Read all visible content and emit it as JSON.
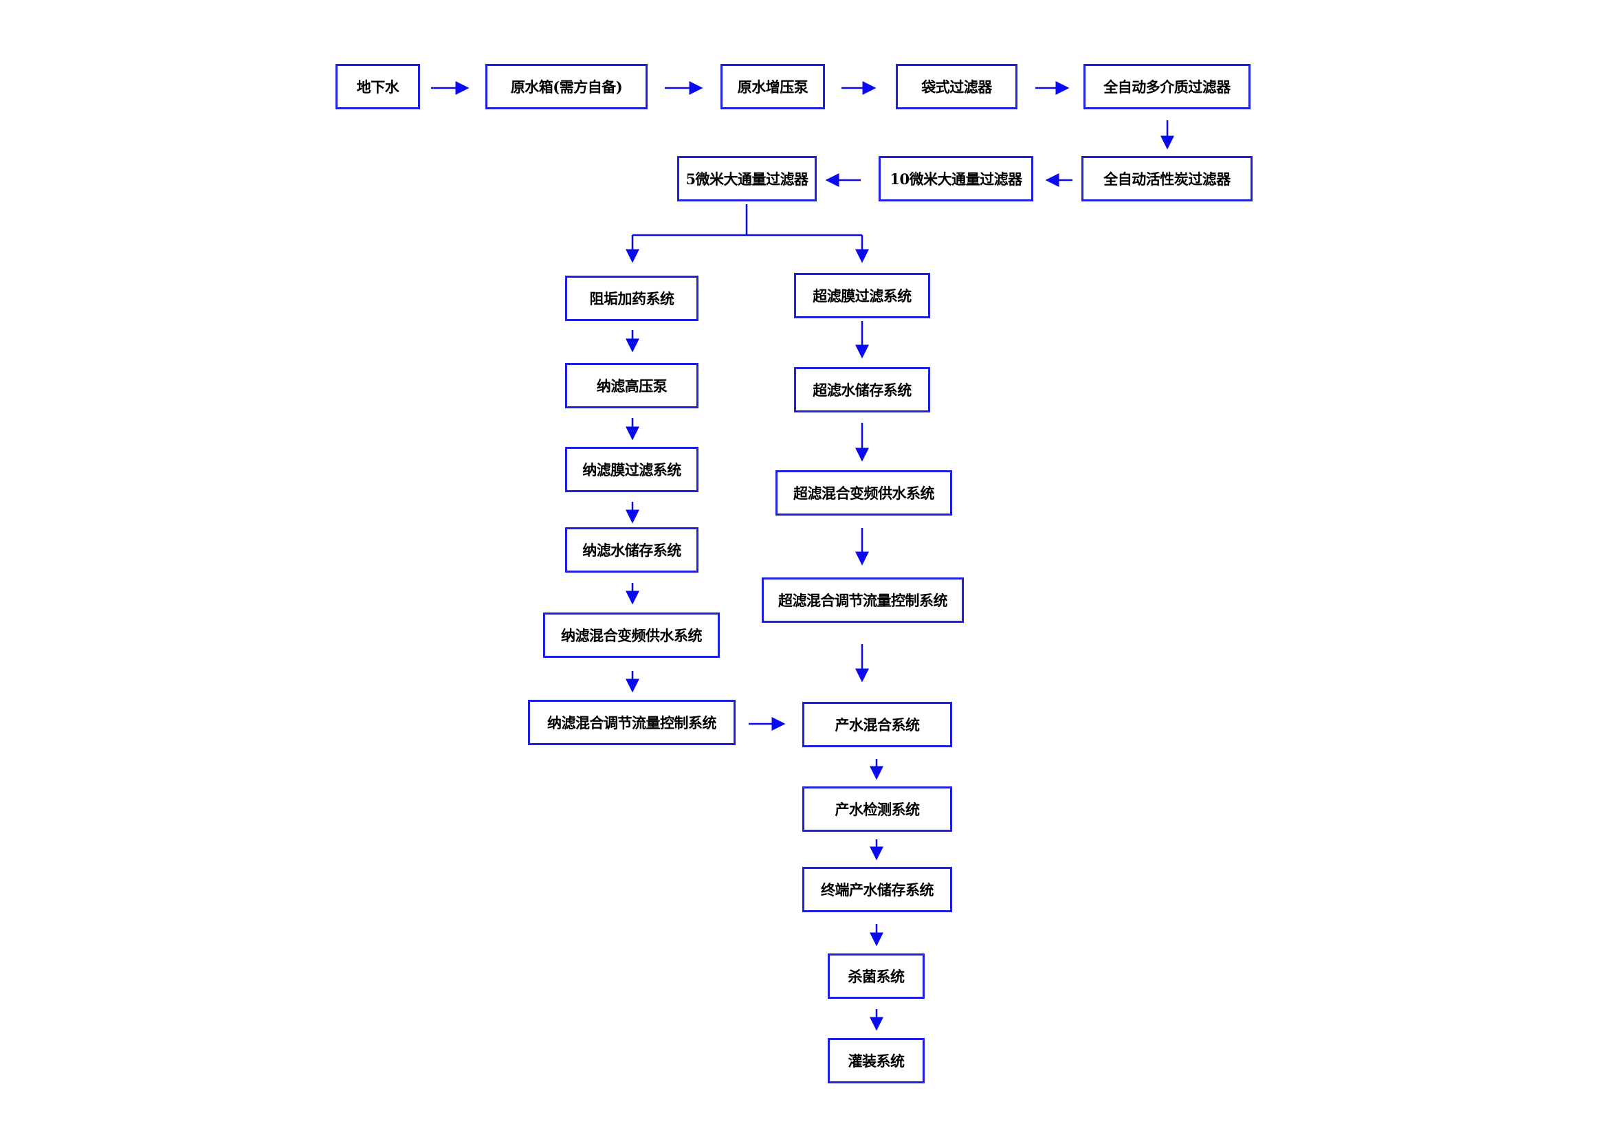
{
  "colors": {
    "box_border": "#1f1fe0",
    "arrow": "#0a0af0"
  },
  "nodes": {
    "groundwater": "地下水",
    "raw_tank": "原水箱(需方自备)",
    "raw_pump": "原水增压泵",
    "bag_filter": "袋式过滤器",
    "multimedia_filter": "全自动多介质过滤器",
    "carbon_filter": "全自动活性炭过滤器",
    "filter_10um": "10微米大通量过滤器",
    "filter_5um": "5微米大通量过滤器",
    "antiscalant": "阻垢加药系统",
    "nf_pump": "纳滤高压泵",
    "nf_membrane": "纳滤膜过滤系统",
    "nf_storage": "纳滤水储存系统",
    "nf_vfd_supply": "纳滤混合变频供水系统",
    "nf_flow_control": "纳滤混合调节流量控制系统",
    "uf_membrane": "超滤膜过滤系统",
    "uf_storage": "超滤水储存系统",
    "uf_vfd_supply": "超滤混合变频供水系统",
    "uf_flow_control": "超滤混合调节流量控制系统",
    "product_mixing": "产水混合系统",
    "product_testing": "产水检测系统",
    "terminal_storage": "终端产水储存系统",
    "sterilization": "杀菌系统",
    "filling": "灌装系统"
  }
}
